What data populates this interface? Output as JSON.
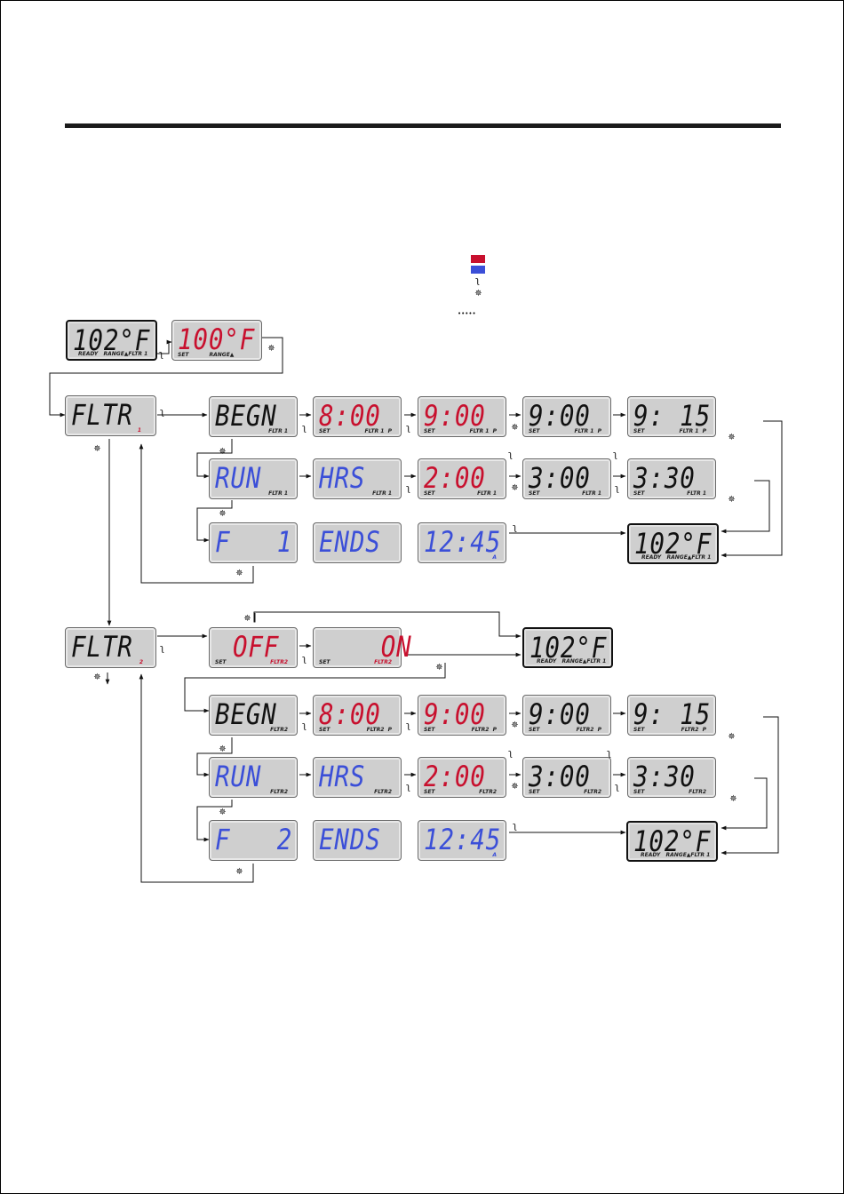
{
  "colors": {
    "red": "#c8102e",
    "blue": "#3b4fd8",
    "black": "#111111"
  },
  "legend": {
    "icons": [
      "red-swatch",
      "blue-swatch",
      "temp-button-icon",
      "light-button-icon",
      "dotted-sequence-icon"
    ]
  },
  "icon_glyphs": {
    "temp": "ʅ",
    "light": "✵",
    "dots": "•••••"
  },
  "displays": {
    "top_ready": {
      "text": "102°F",
      "ind_left": "READY   RANGE▲FLTR 1",
      "ind_right": ""
    },
    "top_set": {
      "text": "100°F",
      "ind_left": "SET           RANGE▲",
      "ind_right": ""
    },
    "f1_fltr": {
      "text": "FLTR",
      "ind_left": "",
      "ind_right": "1"
    },
    "f1_begn": {
      "text": "BEGN",
      "ind_left": "",
      "ind_right": "FLTR 1"
    },
    "f1_b800": {
      "text": "8:00",
      "ind_left": "SET",
      "ind_right": "FLTR 1  P"
    },
    "f1_b900": {
      "text": "9:00",
      "ind_left": "SET",
      "ind_right": "FLTR 1  P"
    },
    "f1_b900b": {
      "text": "9:00",
      "ind_left": "SET",
      "ind_right": "FLTR 1  P"
    },
    "f1_b915": {
      "text": "9: 15",
      "ind_left": "SET",
      "ind_right": "FLTR 1  P"
    },
    "f1_run": {
      "text": "RUN",
      "ind_left": "",
      "ind_right": "FLTR 1"
    },
    "f1_hrs": {
      "text": "HRS",
      "ind_left": "",
      "ind_right": "FLTR 1"
    },
    "f1_r200": {
      "text": "2:00",
      "ind_left": "SET",
      "ind_right": "FLTR 1"
    },
    "f1_r300": {
      "text": "3:00",
      "ind_left": "SET",
      "ind_right": "FLTR 1"
    },
    "f1_r330": {
      "text": "3:30",
      "ind_left": "SET",
      "ind_right": "FLTR 1"
    },
    "f1_f1": {
      "text": "F   1",
      "ind_left": "",
      "ind_right": ""
    },
    "f1_ends": {
      "text": "ENDS",
      "ind_left": "",
      "ind_right": ""
    },
    "f1_1245": {
      "text": "12:45",
      "ind_left": "",
      "ind_right": "A"
    },
    "f1_ready": {
      "text": "102°F",
      "ind_left": "READY   RANGE▲FLTR 1",
      "ind_right": ""
    },
    "f2_fltr": {
      "text": "FLTR",
      "ind_left": "",
      "ind_right": "2"
    },
    "f2_off": {
      "text": "OFF",
      "ind_left": "SET",
      "ind_right": "FLTR2"
    },
    "f2_on": {
      "text": "    ON",
      "ind_left": "SET",
      "ind_right": "FLTR2"
    },
    "f2_ready_top": {
      "text": "102°F",
      "ind_left": "READY   RANGE▲FLTR 1",
      "ind_right": ""
    },
    "f2_begn": {
      "text": "BEGN",
      "ind_left": "",
      "ind_right": "FLTR2"
    },
    "f2_b800": {
      "text": "8:00",
      "ind_left": "SET",
      "ind_right": "FLTR2  P"
    },
    "f2_b900": {
      "text": "9:00",
      "ind_left": "SET",
      "ind_right": "FLTR2  P"
    },
    "f2_b900b": {
      "text": "9:00",
      "ind_left": "SET",
      "ind_right": "FLTR2  P"
    },
    "f2_b915": {
      "text": "9: 15",
      "ind_left": "SET",
      "ind_right": "FLTR2  P"
    },
    "f2_run": {
      "text": "RUN",
      "ind_left": "",
      "ind_right": "FLTR2"
    },
    "f2_hrs": {
      "text": "HRS",
      "ind_left": "",
      "ind_right": "FLTR2"
    },
    "f2_r200": {
      "text": "2:00",
      "ind_left": "SET",
      "ind_right": "FLTR2"
    },
    "f2_r300": {
      "text": "3:00",
      "ind_left": "SET",
      "ind_right": "FLTR2"
    },
    "f2_r330": {
      "text": "3:30",
      "ind_left": "SET",
      "ind_right": "FLTR2"
    },
    "f2_f2": {
      "text": "F   2",
      "ind_left": "",
      "ind_right": ""
    },
    "f2_ends": {
      "text": "ENDS",
      "ind_left": "",
      "ind_right": ""
    },
    "f2_1245": {
      "text": "12:45",
      "ind_left": "",
      "ind_right": "A"
    },
    "f2_ready": {
      "text": "102°F",
      "ind_left": "READY   RANGE▲FLTR 1",
      "ind_right": ""
    }
  }
}
